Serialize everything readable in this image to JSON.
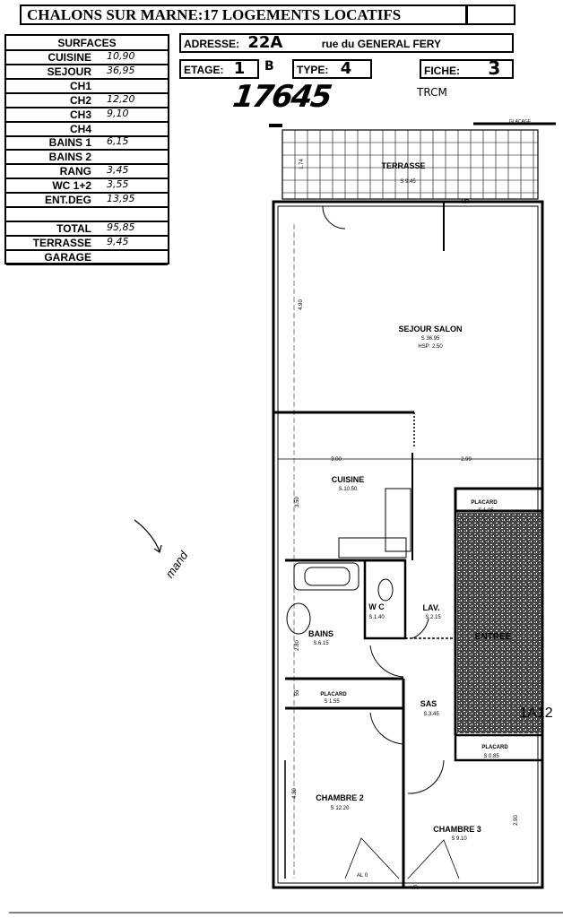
{
  "header": {
    "title": "CHALONS SUR MARNE:17 LOGEMENTS LOCATIFS"
  },
  "surfaces": {
    "heading": "SURFACES",
    "rows": [
      {
        "label": "CUISINE",
        "value": "10,90"
      },
      {
        "label": "SEJOUR",
        "value": "36,95"
      },
      {
        "label": "CH1",
        "value": ""
      },
      {
        "label": "CH2",
        "value": "12,20"
      },
      {
        "label": "CH3",
        "value": "9,10"
      },
      {
        "label": "CH4",
        "value": ""
      },
      {
        "label": "BAINS 1",
        "value": "6,15"
      },
      {
        "label": "BAINS 2",
        "value": ""
      },
      {
        "label": "RANG",
        "value": "3,45"
      },
      {
        "label": "WC 1+2",
        "value": "3,55"
      },
      {
        "label": "ENT.DEG",
        "value": "13,95"
      },
      {
        "label": "",
        "value": ""
      },
      {
        "label": "TOTAL",
        "value": "95,85"
      },
      {
        "label": "TERRASSE",
        "value": "9,45"
      },
      {
        "label": "GARAGE",
        "value": ""
      }
    ]
  },
  "info": {
    "address_label": "ADRESSE:",
    "address_number": "22A",
    "address_street": "rue du GENERAL FERY",
    "etage_label": "ETAGE:",
    "etage_value": "1",
    "building": "B",
    "type_label": "TYPE:",
    "type_value": "4",
    "fiche_label": "FICHE:",
    "fiche_value": "3",
    "ref_number": "17645",
    "initials": "TRCM",
    "annotation": "mand"
  },
  "plan": {
    "terrasse": {
      "name": "TERRASSE",
      "area": "S 9.45"
    },
    "sejour": {
      "name": "SEJOUR  SALON",
      "area": "S 36.95",
      "hsp": "HSP: 2.50"
    },
    "cuisine": {
      "name": "CUISINE",
      "area": "S.10.50"
    },
    "placard1": {
      "name": "PLACARD",
      "area": "S.1.05"
    },
    "entree": {
      "name": "ENTREE"
    },
    "wc": {
      "name": "W C",
      "area": "S.1.40"
    },
    "lav": {
      "name": "LAV.",
      "area": "S.2.15"
    },
    "bains": {
      "name": "BAINS",
      "area": "S.6.15"
    },
    "placard2": {
      "name": "PLACARD",
      "area": "S 1.55"
    },
    "sas": {
      "name": "SAS",
      "area": "S.3.45"
    },
    "placard3": {
      "name": "PLACARD",
      "area": "S 0.85"
    },
    "chambre2": {
      "name": "CHAMBRE 2",
      "area": "S 12.20"
    },
    "chambre3": {
      "name": "CHAMBRE 3",
      "area": "S 9.10"
    },
    "dims": {
      "d490": "4.90",
      "d300": "3.00",
      "d299": "2.99",
      "d350": "3.50",
      "d280": "2.80",
      "d55": "55",
      "d430": "4.30",
      "d290": "2.90",
      "d174": "1.74"
    },
    "labels": {
      "vr_top": "VR",
      "vr_bottom": "VR",
      "al": "AL 0",
      "stair": "1A12",
      "balcony": "GLACAGE"
    }
  }
}
